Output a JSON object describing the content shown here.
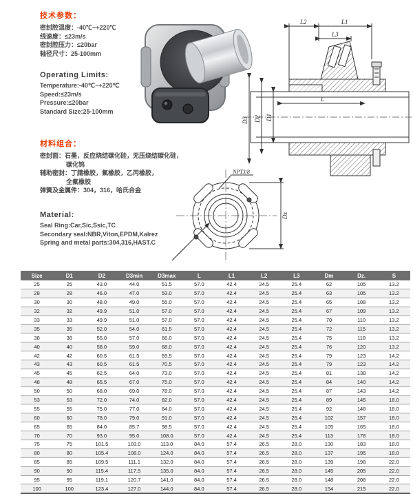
{
  "tech_params": {
    "heading": "技术参数：",
    "lines": [
      "密封腔温度：-40℃~+220℃",
      "线速度：≤23m/s",
      "密封腔压力：≤20bar",
      "轴径尺寸：25-100mm"
    ]
  },
  "operating_limits": {
    "heading": "Operating Limits:",
    "lines": [
      "Temperature:-40℃~+220℃",
      "Speed:≤23m/s",
      "Pressure:≤20bar",
      "Standard Size:25-100mm"
    ]
  },
  "materials_cn": {
    "heading": "材料组合：",
    "lines": [
      "密封面：石墨，反应烧结碳化硅，无压烧结碳化硅，",
      "碳化钨",
      "辅助密封：丁腈橡胶，氟橡胶，乙丙橡胶，",
      "全氟橡胶",
      "弹簧及金属件：304，316，哈氏合金"
    ]
  },
  "materials_en": {
    "heading": "Material:",
    "lines": [
      "Seal Ring:Car,Sic,Ssic,TC",
      "Secondary seal:NBR,Viton,EPDM,Kalrez",
      "Spring and metal parts:304,316,HAST.C"
    ]
  },
  "drawing_section": {
    "labels": {
      "l2": "L2",
      "l1": "L1",
      "l3": "L3",
      "l": "L",
      "d3": "D3",
      "d2": "D2",
      "d1": "D1"
    }
  },
  "drawing_flange": {
    "labels": {
      "port": "NPT3/8",
      "dz": "Dz"
    }
  },
  "table": {
    "headers": [
      "Size",
      "D1",
      "D2",
      "D3min",
      "D3max",
      "L",
      "L1",
      "L2",
      "L3",
      "Dm",
      "Dz.",
      "S"
    ],
    "rows": [
      [
        "25",
        "25",
        "43.0",
        "44.0",
        "51.5",
        "57.0",
        "42.4",
        "24.5",
        "25.4",
        "62",
        "105",
        "13.2"
      ],
      [
        "28",
        "28",
        "46.0",
        "47.0",
        "53.0",
        "57.0",
        "42.4",
        "24.5",
        "25.4",
        "63",
        "105",
        "13.2"
      ],
      [
        "30",
        "30",
        "48.0",
        "49.0",
        "55.0",
        "57.0",
        "42.4",
        "24.5",
        "25.4",
        "65",
        "108",
        "13.2"
      ],
      [
        "32",
        "32",
        "49.9",
        "51.0",
        "57.0",
        "57.0",
        "42.4",
        "24.5",
        "25.4",
        "67",
        "109",
        "13.2"
      ],
      [
        "33",
        "33",
        "49.9",
        "51.0",
        "57.0",
        "57.0",
        "42.4",
        "24.5",
        "25.4",
        "70",
        "110",
        "13.2"
      ],
      [
        "35",
        "35",
        "52.0",
        "54.0",
        "61.5",
        "57.0",
        "42.4",
        "24.5",
        "25.4",
        "72",
        "115",
        "13.2"
      ],
      [
        "38",
        "38",
        "55.0",
        "57.0",
        "66.0",
        "57.0",
        "42.4",
        "24.5",
        "25.4",
        "75",
        "118",
        "13.2"
      ],
      [
        "40",
        "40",
        "58.0",
        "59.0",
        "68.0",
        "57.0",
        "42.4",
        "24.5",
        "25.4",
        "76",
        "120",
        "13.2"
      ],
      [
        "42",
        "42",
        "60.5",
        "61.5",
        "69.5",
        "57.0",
        "42.4",
        "24.5",
        "25.4",
        "79",
        "123",
        "14.2"
      ],
      [
        "43",
        "43",
        "60.5",
        "61.5",
        "70.5",
        "57.0",
        "42.4",
        "24.5",
        "25.4",
        "79",
        "123",
        "14.2"
      ],
      [
        "45",
        "45",
        "62.5",
        "64.0",
        "73.0",
        "57.0",
        "42.4",
        "24.5",
        "25.4",
        "81",
        "138",
        "14.2"
      ],
      [
        "48",
        "48",
        "65.5",
        "67.0",
        "75.0",
        "57.0",
        "42.4",
        "24.5",
        "25.4",
        "84",
        "140",
        "14.2"
      ],
      [
        "50",
        "50",
        "68.0",
        "69.0",
        "78.0",
        "57.0",
        "42.4",
        "24.5",
        "25.4",
        "87",
        "143",
        "14.2"
      ],
      [
        "53",
        "53",
        "72.0",
        "74.0",
        "82.0",
        "57.0",
        "42.4",
        "24.5",
        "25.4",
        "89",
        "145",
        "18.0"
      ],
      [
        "55",
        "55",
        "75.0",
        "77.0",
        "84.0",
        "57.0",
        "42.4",
        "24.5",
        "25.4",
        "92",
        "148",
        "18.0"
      ],
      [
        "60",
        "60",
        "78.0",
        "79.0",
        "91.0",
        "57.0",
        "42.4",
        "24.5",
        "25.4",
        "102",
        "157",
        "18.0"
      ],
      [
        "65",
        "65",
        "84.0",
        "85.7",
        "98.5",
        "57.0",
        "42.4",
        "24.5",
        "25.4",
        "105",
        "165",
        "18.0"
      ],
      [
        "70",
        "70",
        "93.0",
        "95.0",
        "108.0",
        "57.0",
        "42.4",
        "24.5",
        "25.4",
        "113",
        "178",
        "18.0"
      ],
      [
        "75",
        "75",
        "101.5",
        "103.0",
        "113.0",
        "84.0",
        "57.4",
        "26.5",
        "28.0",
        "130",
        "183",
        "18.0"
      ],
      [
        "80",
        "80",
        "105.4",
        "108.0",
        "124.0",
        "84.0",
        "57.4",
        "26.5",
        "28.0",
        "137",
        "195",
        "18.0"
      ],
      [
        "85",
        "85",
        "109.5",
        "111.1",
        "132.0",
        "84.0",
        "57.4",
        "26.5",
        "28.0",
        "139",
        "198",
        "22.0"
      ],
      [
        "90",
        "90",
        "115.4",
        "117.5",
        "135.0",
        "84.0",
        "57.4",
        "26.5",
        "28.0",
        "145",
        "205",
        "22.0"
      ],
      [
        "95",
        "95",
        "119.1",
        "120.7",
        "141.0",
        "84.0",
        "57.4",
        "26.5",
        "28.0",
        "148",
        "208",
        "22.0"
      ],
      [
        "100",
        "100",
        "123.4",
        "127.0",
        "144.0",
        "84.0",
        "57.4",
        "26.5",
        "28.0",
        "154",
        "215",
        "22.0"
      ]
    ]
  }
}
